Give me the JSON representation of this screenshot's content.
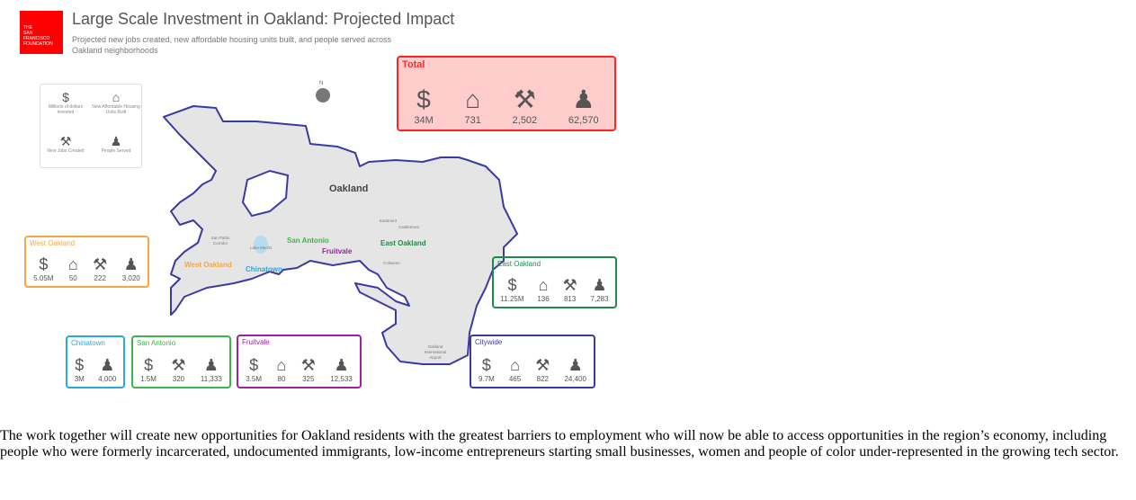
{
  "logo": "THE SAN FRANCISCO FOUNDATION",
  "title": "Large Scale Investment in Oakland: Projected Impact",
  "subtitle": "Projected new jobs created, new affordable housing units built, and people served across Oakland neighborhoods",
  "legend": [
    {
      "icon": "dollar-icon",
      "glyph": "$",
      "label": "Millions of dollars invested"
    },
    {
      "icon": "house-icon",
      "glyph": "⌂",
      "label": "New Affordable Housing Units Built"
    },
    {
      "icon": "hammer-icon",
      "glyph": "⚒",
      "label": "New Jobs Created"
    },
    {
      "icon": "person-icon",
      "glyph": "♟",
      "label": "People Served"
    }
  ],
  "compass": "N",
  "map": {
    "city": "Oakland",
    "places": [
      "San Pablo Corridor",
      "Lake Merritt",
      "Eastmont",
      "Castlemont",
      "Coliseum",
      "Oakland International Airport"
    ],
    "neighborhoods": [
      {
        "name": "West Oakland",
        "color": "#f5a742"
      },
      {
        "name": "Chinatown",
        "color": "#2aa8e0"
      },
      {
        "name": "San Antonio",
        "color": "#3cb54a"
      },
      {
        "name": "Fruitvale",
        "color": "#a020a0"
      },
      {
        "name": "East Oakland",
        "color": "#1e8a4a"
      }
    ]
  },
  "glyphs": {
    "dollar": "$",
    "house": "⌂",
    "hammer": "⚒",
    "person": "♟"
  },
  "total": {
    "title": "Total",
    "dollars": "34M",
    "housing": "731",
    "jobs": "2,502",
    "people": "62,570"
  },
  "boxes": {
    "west": {
      "title": "West Oakland",
      "dollars": "5.05M",
      "housing": "50",
      "jobs": "222",
      "people": "3,020"
    },
    "east": {
      "title": "East Oakland",
      "dollars": "11.25M",
      "housing": "136",
      "jobs": "813",
      "people": "7,283"
    },
    "chinatown": {
      "title": "Chinatown",
      "dollars": "3M",
      "people": "4,000"
    },
    "sanantonio": {
      "title": "San Antonio",
      "dollars": "1.5M",
      "jobs": "320",
      "people": "11,333"
    },
    "fruitvale": {
      "title": "Fruitvale",
      "dollars": "3.5M",
      "housing": "80",
      "jobs": "325",
      "people": "12,533"
    },
    "citywide": {
      "title": "Citywide",
      "dollars": "9.7M",
      "housing": "465",
      "jobs": "822",
      "people": "24,400"
    }
  },
  "paragraph": "The work together will create new opportunities for Oakland residents with the greatest barriers to employment who will now be able to access opportunities in the region’s economy, including people who were formerly incarcerated, undocumented immigrants, low-income entrepreneurs starting small businesses, women and people of color under-represented in the growing tech sector."
}
